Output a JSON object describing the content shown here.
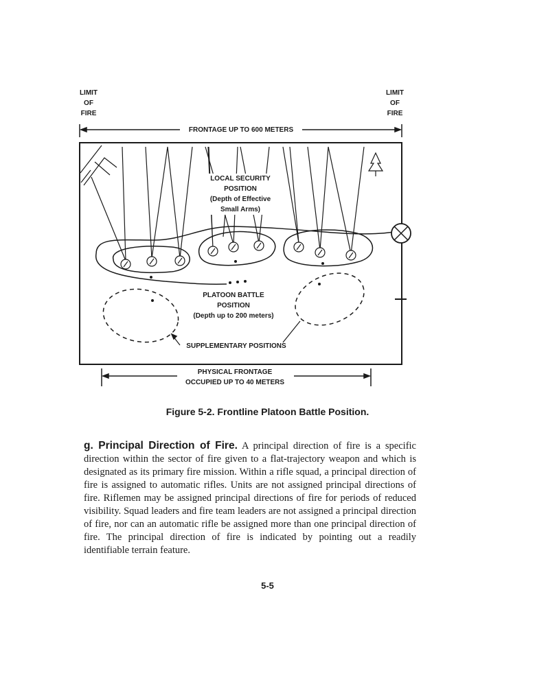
{
  "diagram": {
    "limit_left": "LIMIT\nOF\nFIRE",
    "limit_right": "LIMIT\nOF\nFIRE",
    "frontage": "FRONTAGE UP TO 600 METERS",
    "local_security": "LOCAL SECURITY\nPOSITION\n(Depth of Effective\nSmall Arms)",
    "platoon_battle": "PLATOON BATTLE\nPOSITION\n(Depth up to 200 meters)",
    "supplementary": "SUPPLEMENTARY POSITIONS",
    "physical_frontage": "PHYSICAL FRONTAGE\nOCCUPIED UP TO 40 METERS"
  },
  "figure_caption": "Figure 5-2. Frontline Platoon Battle Position.",
  "section": {
    "heading": "g. Principal Direction of Fire.",
    "text": "A principal direction of fire is a specific direction within the sector of fire given to a flat-trajectory weapon and which is designated as its primary fire mission. Within a rifle squad, a principal direction of fire is assigned to automatic rifles. Units are not assigned principal directions of fire. Riflemen may be assigned principal directions of fire for periods of reduced visibility. Squad leaders and fire team leaders are not assigned a principal direction of fire, nor can an automatic rifle be assigned more than one principal direction of fire. The principal direction of fire is indicated by pointing out a readily identifiable terrain feature."
  },
  "page_number": "5-5"
}
